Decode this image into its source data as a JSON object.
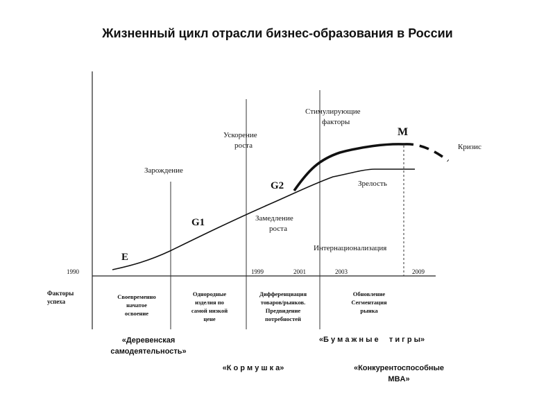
{
  "title": "Жизненный цикл отрасли бизнес-образования в России",
  "stage_labels": {
    "zarozhdenie": "Зарождение",
    "uskorenie_line1": "Ускорение",
    "uskorenie_line2": "роста",
    "stimul_line1": "Стимулирующие",
    "stimul_line2": "факторы",
    "krizis": "Кризис",
    "zrelost": "Зрелость",
    "zamedlenie_line1": "Замедление",
    "zamedlenie_line2": "роста",
    "internacionalizaciya": "Интернационализация"
  },
  "phase_markers": {
    "E": "E",
    "G1": "G1",
    "G2": "G2",
    "M": "M"
  },
  "years": {
    "y1990": "1990",
    "y1999": "1999",
    "y2001": "2001",
    "y2003": "2003",
    "y2009": "2009"
  },
  "success_factors": {
    "header_line1": "Факторы",
    "header_line2": "успеха",
    "col1": [
      "Своевременно",
      "начатое",
      "освоение"
    ],
    "col2": [
      "Однородные",
      "изделия по",
      "самой низкой",
      "цене"
    ],
    "col3": [
      "Дифференциация",
      "товаров/рынков.",
      "Предвидение",
      "потребностей"
    ],
    "col4": [
      "Обновление",
      "Сегментация",
      "рынка"
    ]
  },
  "nicknames": {
    "derevenskaya_line1": "«Деревенская",
    "derevenskaya_line2": "самодеятельность»",
    "kormushka": "«К о р м у ш к а»",
    "bumazhnye": "«Б у м а ж н ы е     т и г р ы»",
    "mba_line1": "«Конкурентоспособные",
    "mba_line2": "MBA»"
  }
}
